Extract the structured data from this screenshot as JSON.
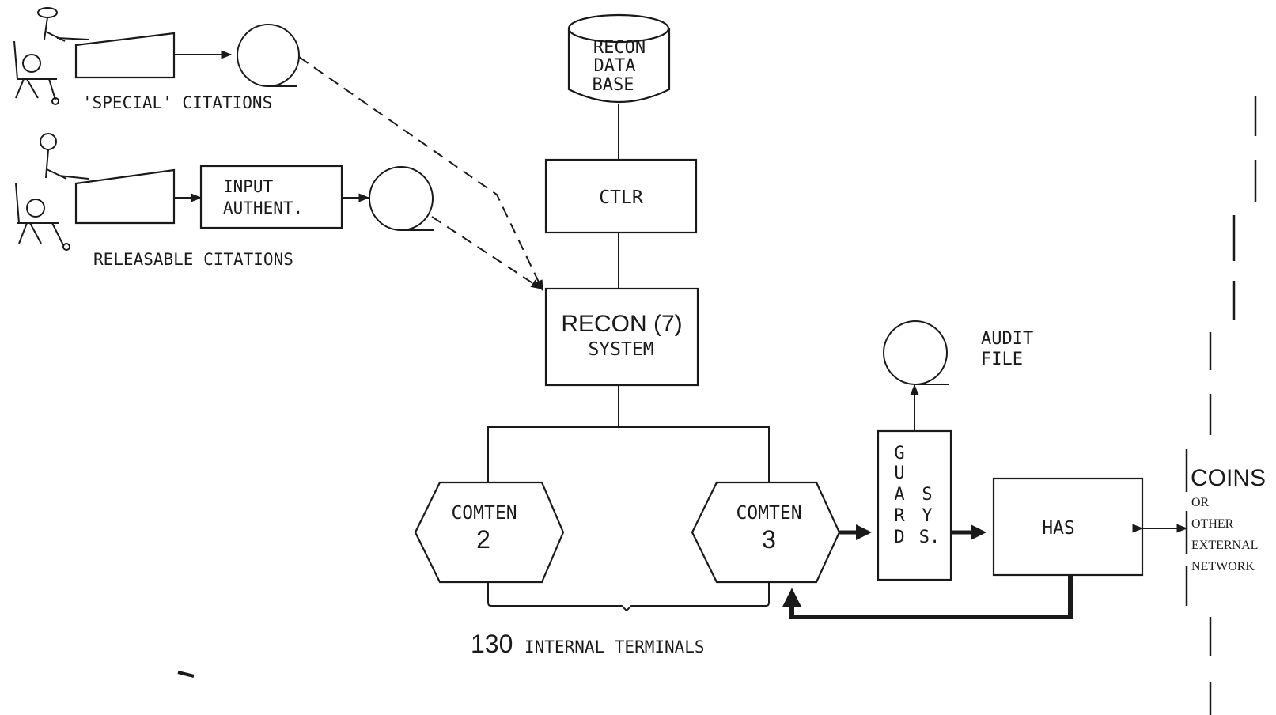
{
  "nodes": {
    "recon_db": [
      "RECON",
      "DATA",
      "BASE"
    ],
    "ctlr": "CTLR",
    "recon_system": {
      "line1": "RECON (7)",
      "line2": "SYSTEM"
    },
    "input_auth": [
      "INPUT",
      "AUTHENT."
    ],
    "comten2": {
      "line1": "COMTEN",
      "line2": "2"
    },
    "comten3": {
      "line1": "COMTEN",
      "line2": "3"
    },
    "guard_letters": [
      "G",
      "U",
      "A",
      "R",
      "D"
    ],
    "sys_letters": [
      "S",
      "Y",
      "S."
    ],
    "audit_file": [
      "AUDIT",
      "FILE"
    ],
    "has": "HAS"
  },
  "labels": {
    "special_citations": "'SPECIAL' CITATIONS",
    "releasable_citations": "RELEASABLE CITATIONS",
    "internal_terminals_count": "130",
    "internal_terminals_text": "INTERNAL TERMINALS",
    "coins": "COINS",
    "external": [
      "OR",
      "OTHER",
      "EXTERNAL",
      "NETWORK"
    ]
  }
}
